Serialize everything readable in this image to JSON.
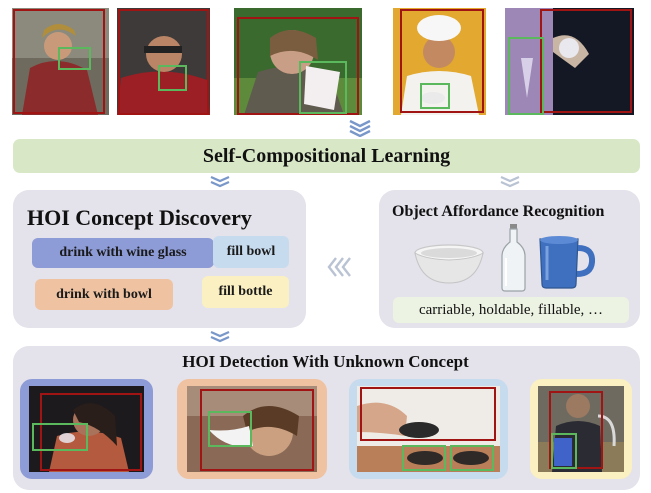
{
  "banner": {
    "title": "Self-Compositional Learning"
  },
  "concept_panel": {
    "title": "HOI Concept Discovery",
    "tags": [
      "drink with wine glass",
      "fill bowl",
      "drink with bowl",
      "fill bottle"
    ]
  },
  "affordance_panel": {
    "title": "Object Affordance Recognition",
    "affordances": "carriable, holdable, fillable, …"
  },
  "detection_panel": {
    "title": "HOI Detection With Unknown Concept"
  },
  "colors": {
    "banner": "#d8e8c6",
    "panel": "#e4e2ea",
    "human_box": "#a01414",
    "object_box": "#5cb85c",
    "tag_blue": "#8d9bd6",
    "tag_lightblue": "#c7dbef",
    "tag_orange": "#efc3a1",
    "tag_yellow": "#fbf0c2",
    "chevron": "#7a97c9"
  },
  "icons": [
    "chevron-down-icon",
    "chevron-left-icon",
    "bowl-icon",
    "bottle-icon",
    "mug-icon"
  ]
}
